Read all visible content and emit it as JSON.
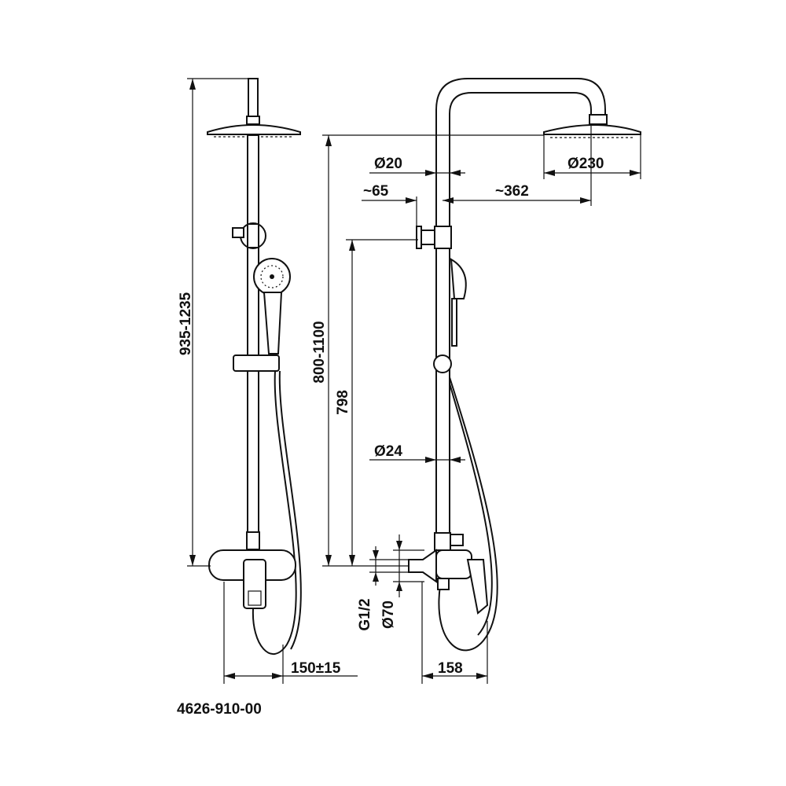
{
  "drawing": {
    "part_number": "4626-910-00",
    "left_view": {
      "height_range": "935-1235",
      "wall_offset": "150±15"
    },
    "right_view": {
      "height_range": "800-1100",
      "outlet_height": "798",
      "pipe_upper_diameter": "Ø20",
      "holder_offset": "~65",
      "arm_length": "~362",
      "head_diameter": "Ø230",
      "pipe_lower_diameter": "Ø24",
      "connection_thread": "G1/2",
      "escutcheon_diameter": "Ø70",
      "mixer_depth": "158"
    }
  }
}
